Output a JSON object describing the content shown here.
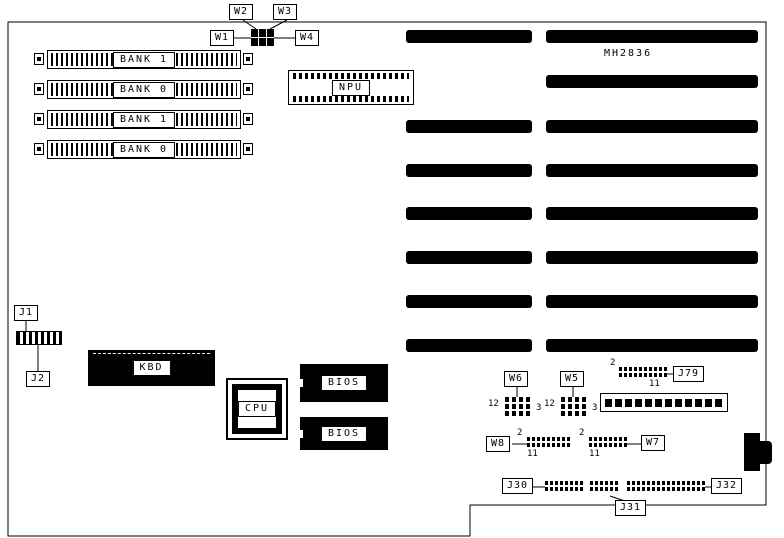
{
  "board": {
    "part_number": "MH2836"
  },
  "top_jumpers": {
    "w1": "W1",
    "w2": "W2",
    "w3": "W3",
    "w4": "W4"
  },
  "memory_banks": [
    "BANK 1",
    "BANK 0",
    "BANK 1",
    "BANK 0"
  ],
  "chips": {
    "npu": "NPU",
    "kbd": "KBD",
    "cpu": "CPU",
    "bios": "BIOS"
  },
  "connectors": {
    "j1": "J1",
    "j2": "J2",
    "j30": "J30",
    "j31": "J31",
    "j32": "J32",
    "j79": {
      "label": "J79",
      "pin_top": "2",
      "pin_bottom": "11"
    },
    "w5": {
      "label": "W5",
      "pin_left": "12",
      "pin_right": "3"
    },
    "w6": {
      "label": "W6",
      "pin_left": "12",
      "pin_right": "3"
    },
    "w7": {
      "label": "W7",
      "pin_top": "2",
      "pin_bottom": "11"
    },
    "w8": {
      "label": "W8",
      "pin_top": "2",
      "pin_bottom": "11"
    }
  }
}
